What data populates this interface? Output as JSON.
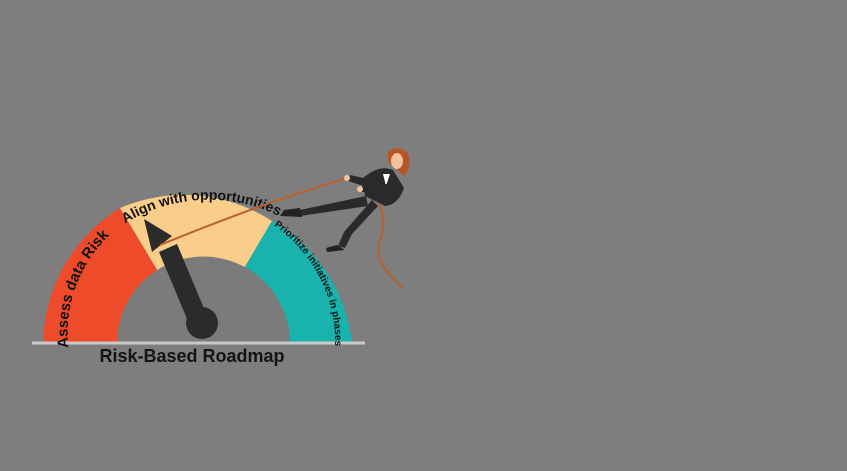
{
  "diagram": {
    "title": "Risk-Based Roadmap",
    "segments": [
      {
        "label": "Assess data Risks",
        "color": "#ee4b2b"
      },
      {
        "label": "Align with opportunities",
        "color": "#f9cd8a"
      },
      {
        "label": "Prioritize initiatives in phases",
        "color": "#19b3ae"
      }
    ],
    "colors": {
      "background": "#7e7e7e",
      "gauge_inner": "#7b7b7b",
      "needle": "#2b2b2b",
      "baseline": "#c9c9c9"
    },
    "illustration": "businesswoman-pulling-rope-icon"
  }
}
